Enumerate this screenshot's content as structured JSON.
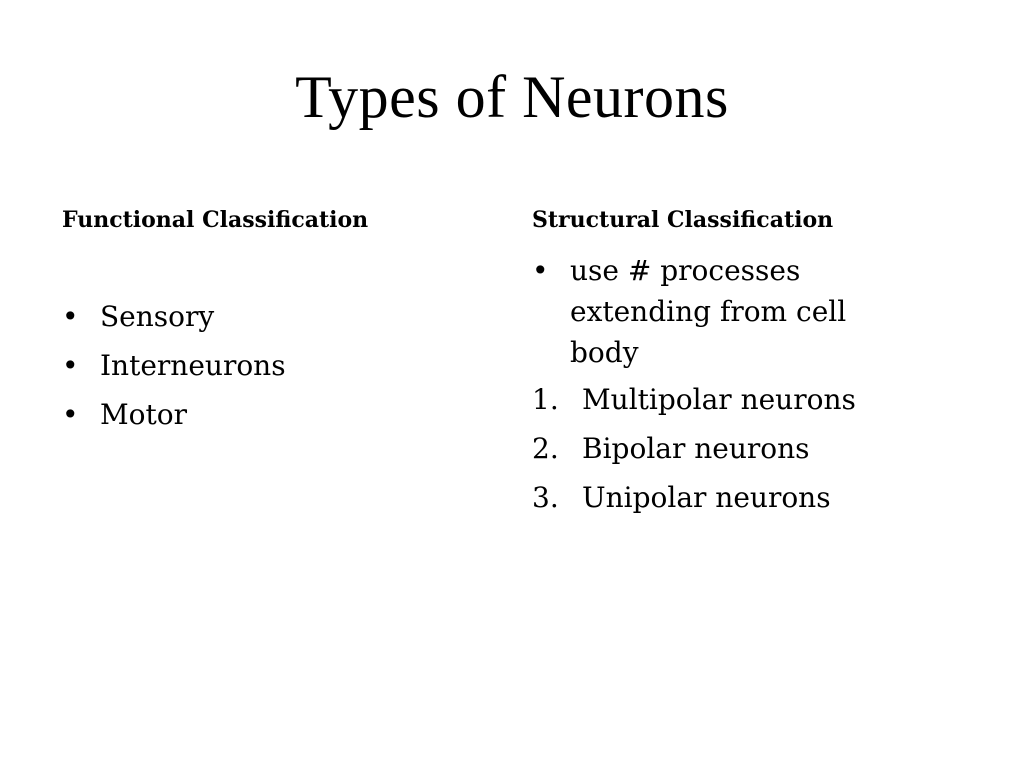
{
  "slide": {
    "title": "Types of Neurons"
  },
  "left_column": {
    "heading": "Functional Classification",
    "bullets": [
      "Sensory",
      "Interneurons",
      "Motor"
    ]
  },
  "right_column": {
    "heading": "Structural Classification",
    "bullets": [
      "use # processes extending from cell body"
    ],
    "numbered": [
      {
        "marker": "1.",
        "text": "Multipolar neurons"
      },
      {
        "marker": "2.",
        "text": "Bipolar neurons"
      },
      {
        "marker": "3.",
        "text": "Unipolar neurons"
      }
    ]
  },
  "bullet_glyph": "•"
}
